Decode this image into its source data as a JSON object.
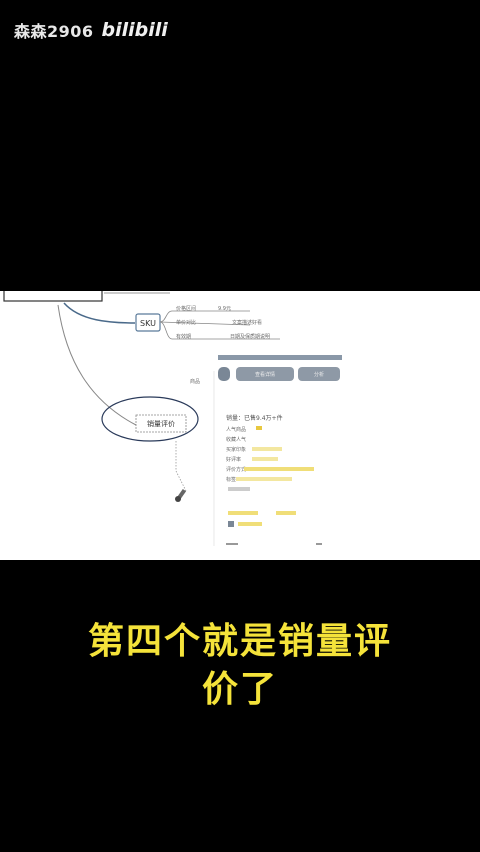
{
  "watermark": {
    "channel": "森森2906",
    "logo": "bilibili"
  },
  "subtitle": {
    "line1": "第四个就是销量评",
    "line2": "价了"
  },
  "mindmap": {
    "sku_node": "SKU",
    "sales_node": "销量评价",
    "branch_labels": [
      "价格区间",
      "单价对比",
      "有效期"
    ],
    "branch_values": [
      "9.9元",
      "文案描述好看",
      "日期及保质期说明"
    ],
    "panel_header": "商品",
    "panel_button_1": "查看详情",
    "panel_button_2": "分析",
    "panel_rows": [
      "销量：已售9.4万+件",
      "人气商品",
      "收藏人气",
      "买家印象",
      "好评率",
      "评价方式",
      "标签"
    ],
    "colors": {
      "frame_bg": "#ffffff",
      "subtitle": "#f5e33a",
      "node_border": "#5a7a9a"
    }
  }
}
